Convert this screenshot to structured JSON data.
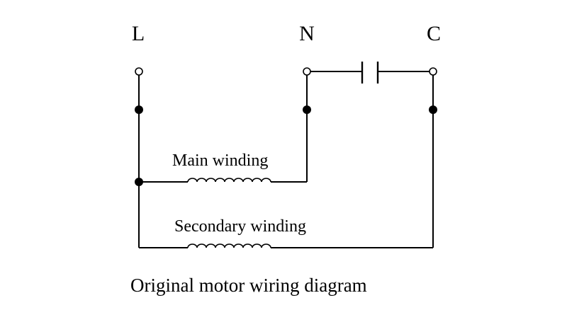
{
  "terminals": {
    "l": "L",
    "n": "N",
    "c": "C"
  },
  "windings": {
    "main": "Main winding",
    "secondary": "Secondary winding"
  },
  "caption": "Original motor wiring diagram"
}
